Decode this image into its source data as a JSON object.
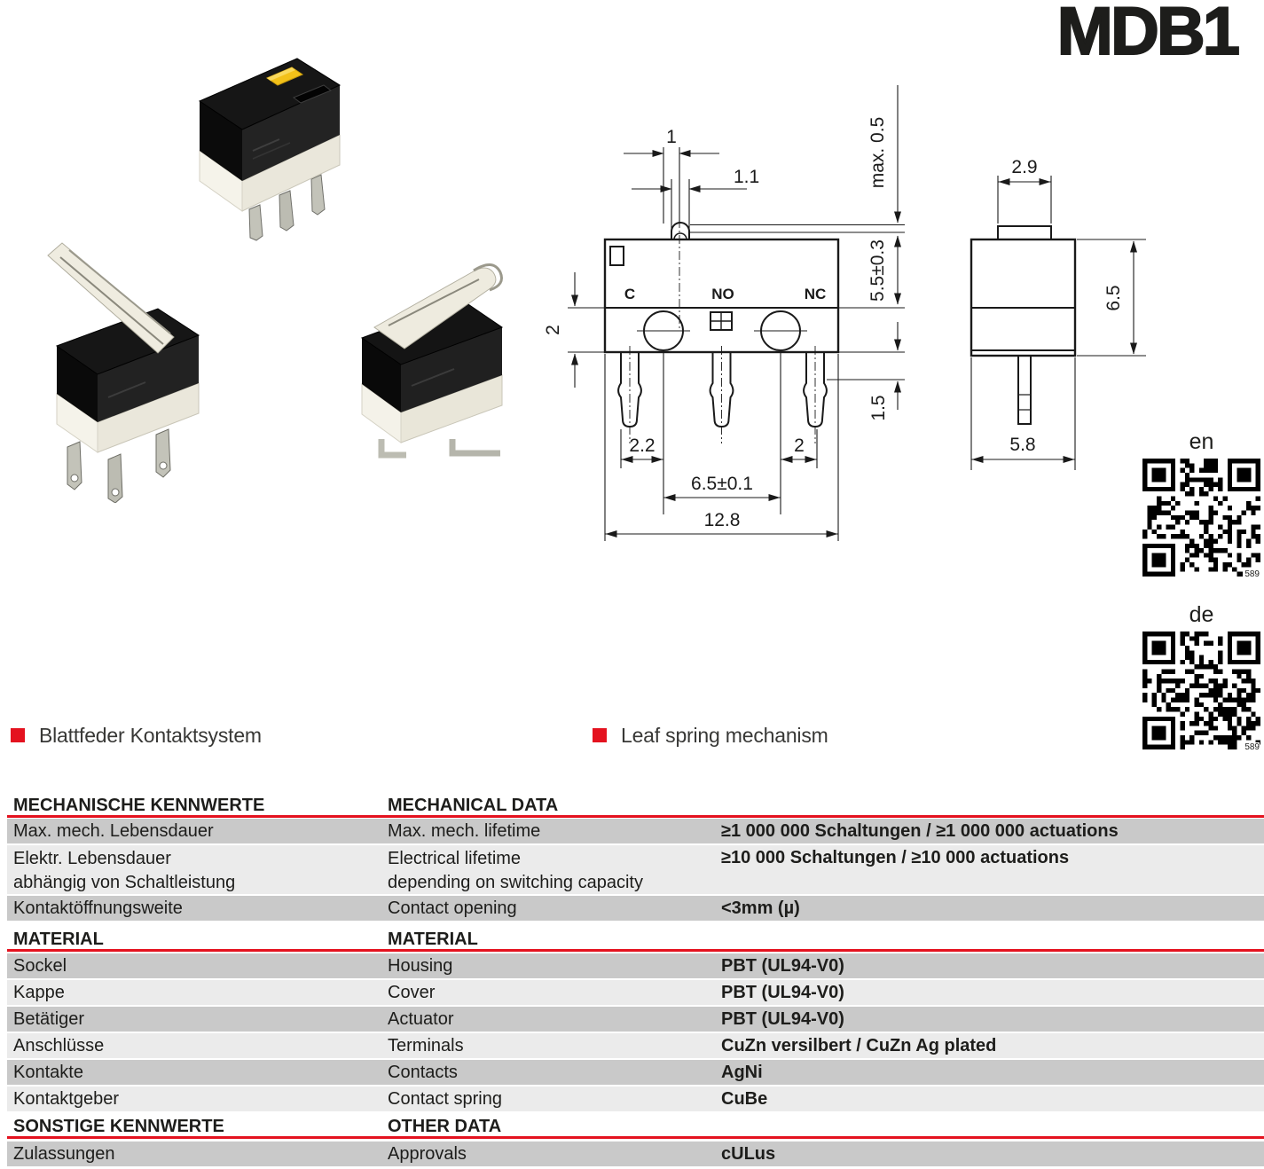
{
  "page": {
    "title": "MDB1"
  },
  "colors": {
    "accent": "#e4121f",
    "row_dark": "#c9c9c9",
    "row_light": "#ebebeb",
    "actuator_yellow": "#f3c119"
  },
  "qr": {
    "en_label": "en",
    "de_label": "de",
    "number": "589"
  },
  "features": {
    "de": "Blattfeder Kontaktsystem",
    "en": "Leaf spring mechanism"
  },
  "drawing": {
    "front": {
      "plunger_top_width": "1",
      "plunger_base_width": "1.1",
      "pretravel": "max. 0.5",
      "body_height": "5.5±0.3",
      "contact_depth": "2",
      "terminal_length": "1.5",
      "pitch_left": "2.2",
      "pitch_right": "2",
      "hole_spacing": "6.5±0.1",
      "total_width": "12.8",
      "terminal_c": "C",
      "terminal_no": "NO",
      "terminal_nc": "NC"
    },
    "side": {
      "button_width": "2.9",
      "height": "6.5",
      "width": "5.8"
    }
  },
  "table": {
    "sections": [
      {
        "title_de": "MECHANISCHE KENNWERTE",
        "title_en": "MECHANICAL DATA",
        "rows": [
          {
            "de": "Max. mech. Lebensdauer",
            "en": "Max. mech. lifetime",
            "value": "≥1 000 000 Schaltungen / ≥1 000 000 actuations"
          },
          {
            "de": "Elektr. Lebensdauer",
            "de2": "abhängig von Schaltleistung",
            "en": "Electrical lifetime",
            "en2": "depending on switching capacity",
            "value": "≥10 000 Schaltungen / ≥10 000 actuations"
          },
          {
            "de": "Kontaktöffnungsweite",
            "en": "Contact opening",
            "value": "<3mm (µ)"
          }
        ]
      },
      {
        "title_de": "MATERIAL",
        "title_en": "MATERIAL",
        "rows": [
          {
            "de": "Sockel",
            "en": "Housing",
            "value": "PBT (UL94-V0)"
          },
          {
            "de": "Kappe",
            "en": "Cover",
            "value": "PBT (UL94-V0)"
          },
          {
            "de": "Betätiger",
            "en": "Actuator",
            "value": "PBT (UL94-V0)"
          },
          {
            "de": "Anschlüsse",
            "en": "Terminals",
            "value": "CuZn versilbert / CuZn Ag plated"
          },
          {
            "de": "Kontakte",
            "en": "Contacts",
            "value": "AgNi"
          },
          {
            "de": "Kontaktgeber",
            "en": "Contact spring",
            "value": "CuBe"
          }
        ]
      },
      {
        "title_de": "SONSTIGE KENNWERTE",
        "title_en": "OTHER DATA",
        "rows": [
          {
            "de": "Zulassungen",
            "en": "Approvals",
            "value": "cULus"
          }
        ]
      }
    ]
  }
}
